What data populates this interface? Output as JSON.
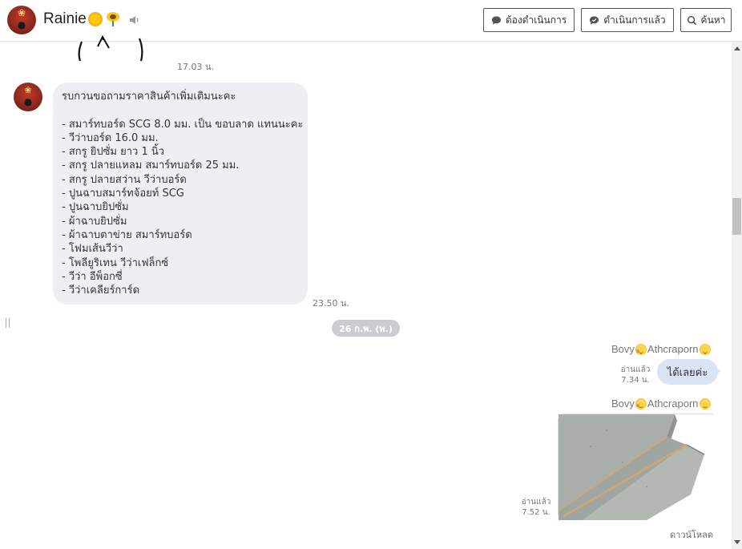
{
  "header": {
    "title": "Rainie",
    "buttons": {
      "todo": "ต้องดำเนินการ",
      "done": "ดำเนินการแล้ว",
      "search": "ค้นหา"
    }
  },
  "messages": {
    "prev_time": "17.03 น.",
    "incoming": {
      "lines": [
        "รบกวนขอถามราคาสินค้าเพิ่มเติมนะคะ",
        "",
        "- สมาร์ทบอร์ด SCG 8.0 มม. เป็น ขอบลาด แทนนะคะ",
        "- วีว่าบอร์ด 16.0 มม.",
        "- สกรู ยิปซั่ม ยาว 1 นิ้ว",
        "- สกรู ปลายแหลม สมาร์ทบอร์ด 25 มม.",
        "- สกรู ปลายสว่าน วีว่าบอร์ด",
        "- ปูนฉาบสมาร์ทจ้อยท์ SCG",
        "- ปูนฉาบยิปซั่ม",
        "- ผ้าฉาบยิปซั่ม",
        "- ผ้าฉาบตาข่าย สมาร์ทบอร์ด",
        "- โฟมเส้นวีว่า",
        "- โพลียูริเทน วีว่าเฟล็กซ์",
        "- วีว่า อีพ็อกซี่",
        "- วีว่าเคลียร์การ์ด"
      ],
      "time": "23.50 น."
    },
    "date_divider": "26 ก.พ. (พ.)",
    "outgoing_1": {
      "sender": "Bovy",
      "sender_suffix": "Athcraporn",
      "text": "ได้เลยค่ะ",
      "read_label": "อ่านแล้ว",
      "time": "7.34 น."
    },
    "outgoing_2": {
      "sender": "Bovy",
      "sender_suffix": "Athcraporn",
      "read_label": "อ่านแล้ว",
      "time": "7.52 น.",
      "download_label": "ดาวน์โหลด"
    }
  },
  "icons": {
    "sun": "sun-emoji-icon",
    "sunflower": "sunflower-emoji-icon",
    "speaker": "speaker-icon",
    "todo": "chat-bubble-icon",
    "done": "check-bubble-icon",
    "search": "search-icon"
  }
}
